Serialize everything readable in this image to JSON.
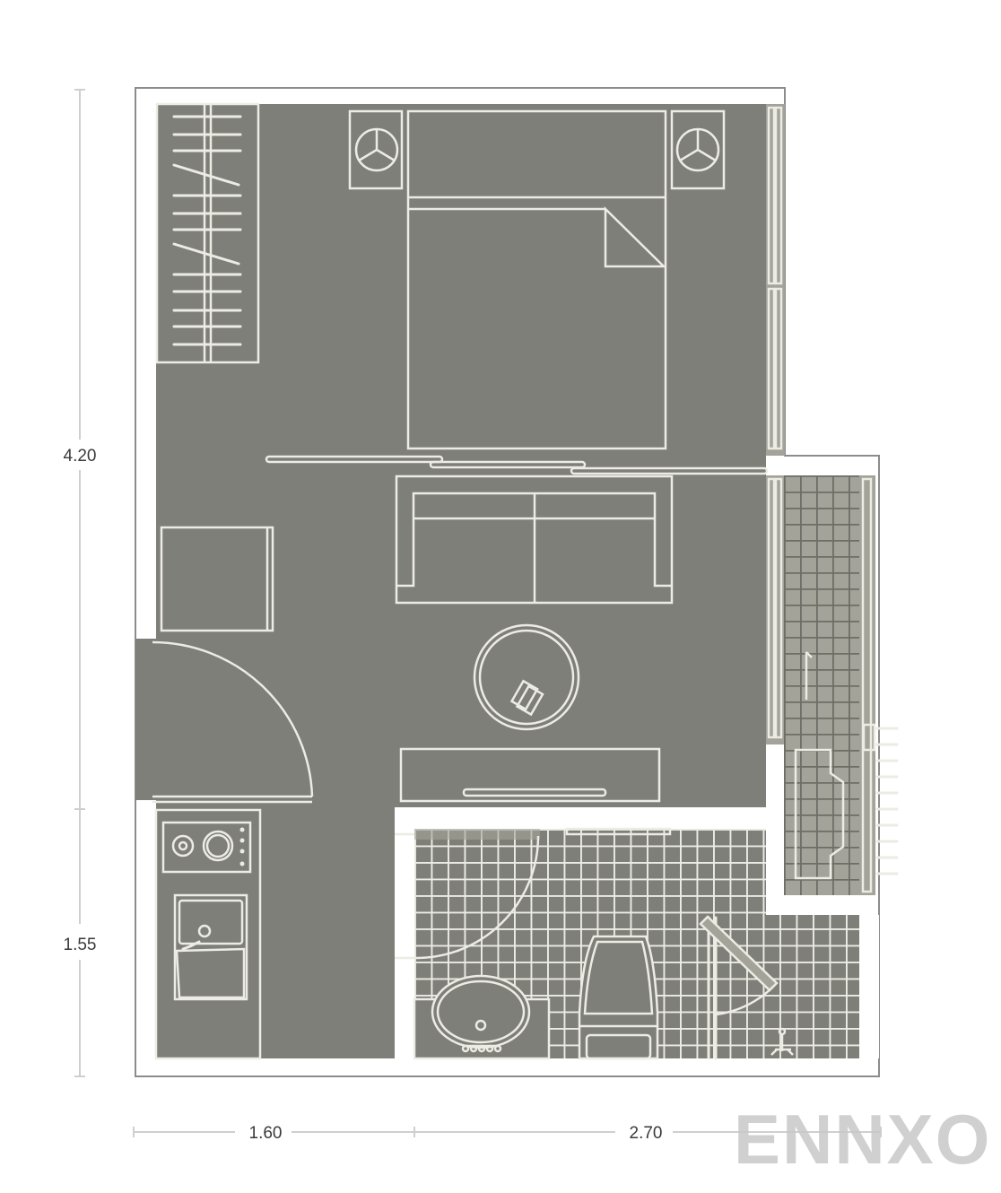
{
  "floorplan": {
    "type": "studio apartment floor plan",
    "colors": {
      "floor": "#7f7f79",
      "wet_floor": "#9a9a90",
      "lines": "#ecebe4",
      "wall_outline": "#8c8c8c",
      "background": "#ffffff",
      "dimension_line": "#cfcfcf",
      "dimension_text": "#3a3a3a",
      "watermark": "#c8c8c8"
    },
    "dimensions": {
      "vertical_upper": "4.20",
      "vertical_lower": "1.55",
      "horizontal_left": "1.60",
      "horizontal_right": "2.70"
    },
    "rooms": [
      {
        "name": "bedroom",
        "furniture": [
          "double bed",
          "2 nightstands with lamps",
          "wardrobe with hangers"
        ]
      },
      {
        "name": "living area",
        "furniture": [
          "two-seat sofa",
          "round coffee table",
          "TV console",
          "armchair / side cabinet"
        ]
      },
      {
        "name": "kitchen",
        "furniture": [
          "two-burner hob",
          "sink"
        ]
      },
      {
        "name": "bathroom",
        "furniture": [
          "washbasin",
          "toilet",
          "shower with glass door"
        ]
      },
      {
        "name": "balcony",
        "furniture": [
          "washing machine",
          "laundry rack"
        ]
      }
    ],
    "entrance": "swing door on left wall",
    "watermark": "ENNXO"
  }
}
